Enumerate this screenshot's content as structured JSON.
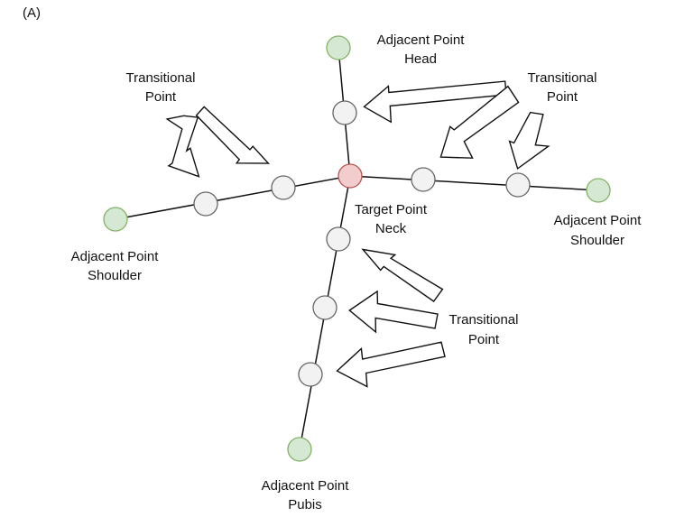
{
  "figure_label": "(A)",
  "colors": {
    "target_fill": "#f3cdcd",
    "target_stroke": "#b85450",
    "adjacent_fill": "#d5e8d4",
    "adjacent_stroke": "#82b366",
    "transitional_fill": "#f2f2f2",
    "transitional_stroke": "#666666"
  },
  "labels": {
    "head": [
      "Adjacent Point",
      "Head"
    ],
    "right_shoulder": [
      "Adjacent Point",
      "Shoulder"
    ],
    "left_shoulder": [
      "Adjacent Point",
      "Shoulder"
    ],
    "pubis": [
      "Adjacent Point",
      "Pubis"
    ],
    "target": [
      "Target Point",
      "Neck"
    ],
    "transitional_left": [
      "Transitional",
      "Point"
    ],
    "transitional_right": [
      "Transitional",
      "Point"
    ],
    "transitional_bottom": [
      "Transitional",
      "Point"
    ]
  }
}
